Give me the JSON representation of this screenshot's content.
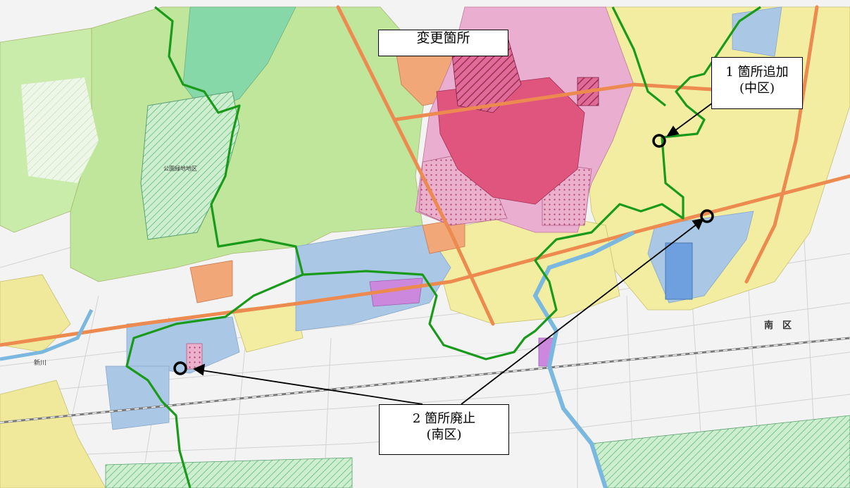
{
  "callouts": {
    "change": "変更箇所",
    "add_line1": "1 箇所追加",
    "add_line2": "(中区)",
    "remove_line1": "2 箇所廃止",
    "remove_line2": "(南区)"
  },
  "map_labels": {
    "ward_south": "南　区",
    "river": "新川",
    "park": "公園緑地地区"
  },
  "colors": {
    "background": "#f4f4f4",
    "residential_green": "#b8e48a",
    "residential_yellow": "#f2eda0",
    "commercial_pink": "#e8a0c8",
    "commercial_red": "#e0507a",
    "industrial_blue": "#a8c8e8",
    "neighborhood_orange": "#f0a070",
    "boundary_green": "#1a9a1a",
    "marker": "#000000"
  }
}
